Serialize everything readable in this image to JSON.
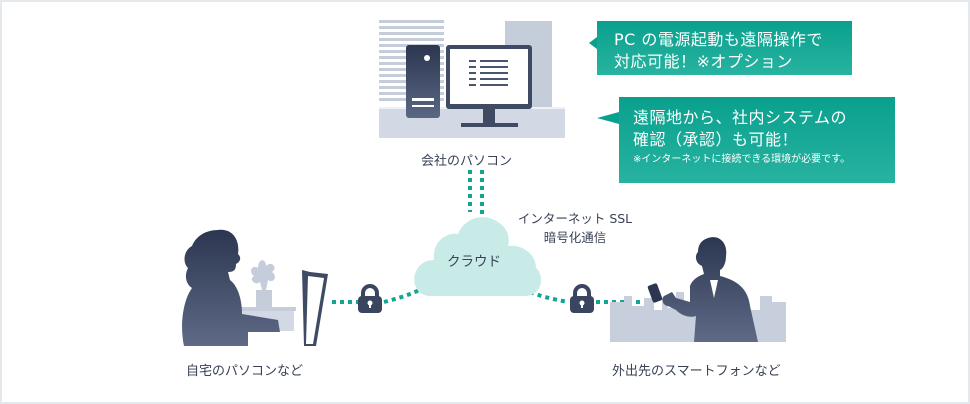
{
  "nodes": {
    "office_pc": {
      "label": "会社のパソコン"
    },
    "home_pc": {
      "label": "自宅のパソコンなど"
    },
    "smartphone": {
      "label": "外出先のスマートフォンなど"
    },
    "cloud": {
      "label": "クラウド"
    }
  },
  "connection": {
    "line1": "インターネット SSL",
    "line2": "暗号化通信"
  },
  "callouts": [
    {
      "lines": [
        "PC の電源起動も遠隔操作で",
        "対応可能！※オプション"
      ]
    },
    {
      "lines": [
        "遠隔地から、社内システムの",
        "確認（承認）も可能！"
      ],
      "note": "※インターネットに接続できる環境が必要です。"
    }
  ],
  "colors": {
    "accent": "#12a592",
    "cloud": "#c9ebe8",
    "figure_dark": "#2e3850",
    "figure_light": "#c7cfdc",
    "border": "#e4e9ee"
  }
}
